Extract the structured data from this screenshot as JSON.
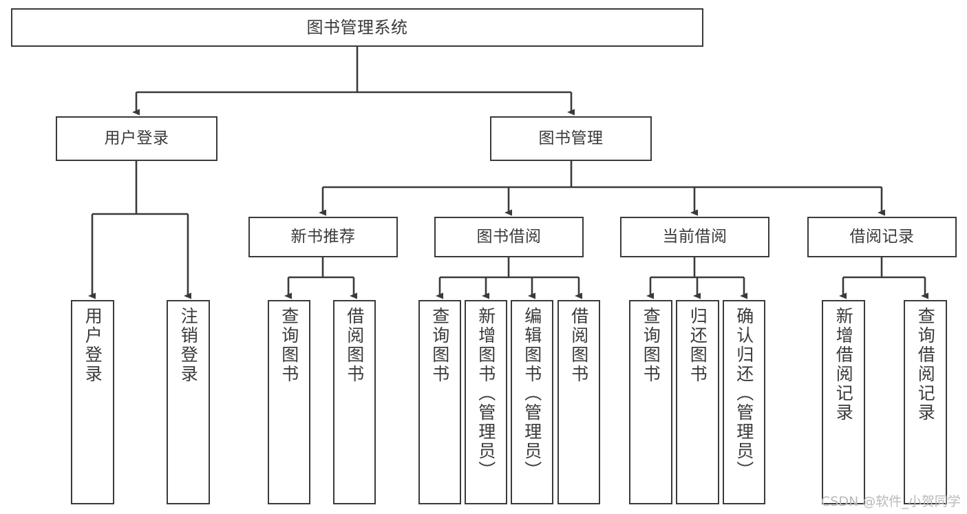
{
  "diagram": {
    "title": "图书管理系统",
    "type": "hierarchy-tree",
    "root": {
      "label": "图书管理系统"
    },
    "level2": [
      {
        "label": "用户登录"
      },
      {
        "label": "图书管理"
      }
    ],
    "level3": [
      {
        "label": "新书推荐"
      },
      {
        "label": "图书借阅"
      },
      {
        "label": "当前借阅"
      },
      {
        "label": "借阅记录"
      }
    ],
    "leaves": {
      "user_login": [
        {
          "label": "用户登录"
        },
        {
          "label": "注销登录"
        }
      ],
      "new_book": [
        {
          "label": "查询图书"
        },
        {
          "label": "借阅图书"
        }
      ],
      "book_borrow": [
        {
          "label": "查询图书"
        },
        {
          "label": "新增图书（管理员）"
        },
        {
          "label": "编辑图书（管理员）"
        },
        {
          "label": "借阅图书"
        }
      ],
      "current_borrow": [
        {
          "label": "查询图书"
        },
        {
          "label": "归还图书"
        },
        {
          "label": "确认归还（管理员）"
        }
      ],
      "borrow_record": [
        {
          "label": "新增借阅记录"
        },
        {
          "label": "查询借阅记录"
        }
      ]
    }
  },
  "watermark": {
    "text": "CSDN @软件_小贺同学"
  },
  "colors": {
    "stroke": "#3a3a3a",
    "text": "#3a3a3a",
    "background": "#ffffff",
    "watermark": "#b9b9b9"
  }
}
